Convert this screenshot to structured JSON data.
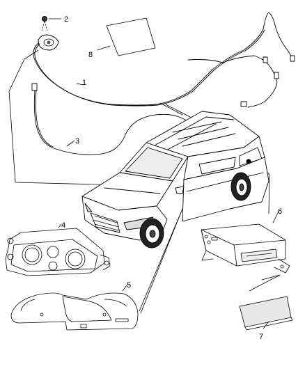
{
  "callouts": {
    "c1": "1",
    "c2": "2",
    "c3": "3",
    "c4": "4",
    "c5": "5",
    "c6": "6",
    "c7": "7",
    "c8": "8"
  },
  "colors": {
    "line": "#000000",
    "background": "#ffffff",
    "shade": "#e8e8e8"
  }
}
